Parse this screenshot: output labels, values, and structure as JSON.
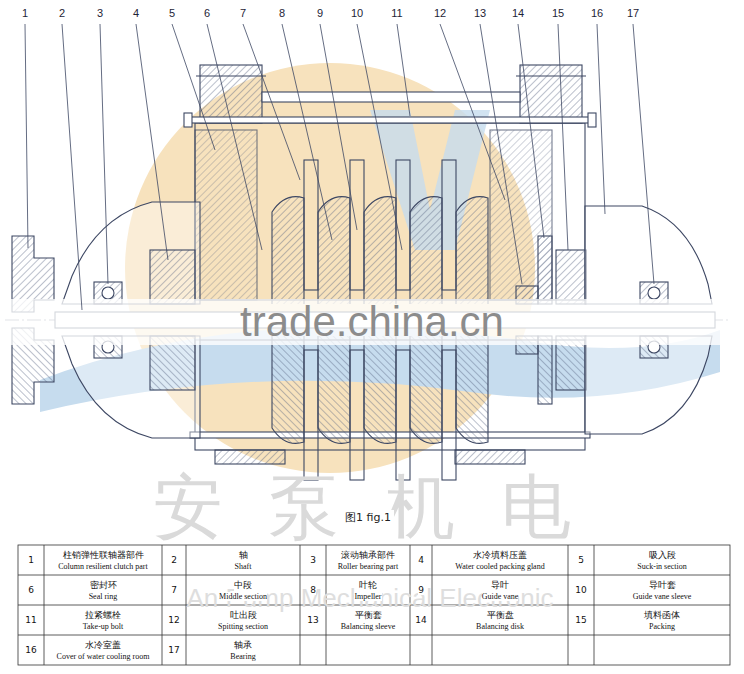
{
  "diagram": {
    "caption": "图1 fig.1",
    "labels": [
      "1",
      "2",
      "3",
      "4",
      "5",
      "6",
      "7",
      "8",
      "9",
      "10",
      "11",
      "12",
      "13",
      "14",
      "15",
      "16",
      "17",
      "1",
      "柱销弹性联轴器部件",
      "Column resilient clutch part",
      "2",
      "轴",
      "Shaft",
      "3",
      "滚动轴承部件",
      "Roller bearing part",
      "4",
      "水冷填料压盖",
      "Water cooled packing gland",
      "5",
      "吸入段",
      "Suck-in section",
      "6",
      "密封环",
      "Seal ring",
      "7",
      "中段",
      "Middle section",
      "8",
      "叶轮",
      "Impeller",
      "9",
      "导叶",
      "Guide vane",
      "10",
      "导叶套",
      "Guide vane sleeve",
      "11",
      "拉紧螺栓",
      "Take-up bolt",
      "12",
      "吐出段",
      "Spitting section",
      "13",
      "平衡套",
      "Balancing sleeve",
      "14",
      "平衡盘",
      "Balancing disk",
      "15",
      "填料函体",
      "Packing",
      "16",
      "水冷室盖",
      "Cover of water cooling room",
      "17",
      "轴承",
      "Bearing",
      "trade.china.cn",
      "安泵机电",
      "An Pump Mechanical Electronic"
    ]
  }
}
